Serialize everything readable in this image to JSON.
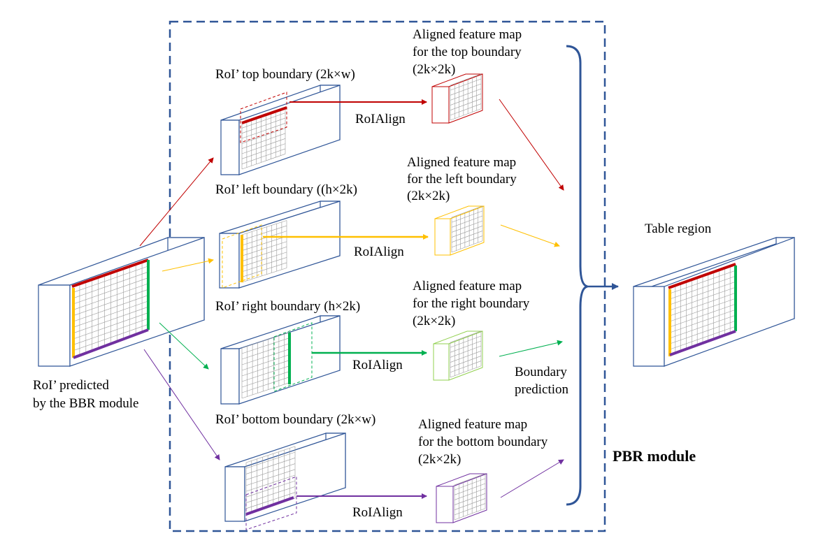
{
  "input": {
    "label_line1": "RoI’ predicted",
    "label_line2": "by the BBR module"
  },
  "branches": [
    {
      "id": "top",
      "roi_label": "RoI’ top boundary (2k×w)",
      "op_label": "RoIAlign",
      "aligned_line1": "Aligned feature map",
      "aligned_line2": "for the top boundary",
      "aligned_line3": "(2k×2k)",
      "color": "#c00000"
    },
    {
      "id": "left",
      "roi_label": "RoI’ left boundary ((h×2k)",
      "op_label": "RoIAlign",
      "aligned_line1": "Aligned feature map",
      "aligned_line2": "for the left boundary",
      "aligned_line3": "(2k×2k)",
      "color": "#ffc000"
    },
    {
      "id": "right",
      "roi_label": "RoI’ right boundary (h×2k)",
      "op_label": "RoIAlign",
      "aligned_line1": "Aligned feature map",
      "aligned_line2": "for the right boundary",
      "aligned_line3": "(2k×2k)",
      "color": "#00b050"
    },
    {
      "id": "bottom",
      "roi_label": "RoI’ bottom boundary (2k×w)",
      "op_label": "RoIAlign",
      "aligned_line1": "Aligned feature map",
      "aligned_line2": "for the bottom boundary",
      "aligned_line3": "(2k×2k)",
      "color": "#7030a0"
    }
  ],
  "boundary_prediction": {
    "line1": "Boundary",
    "line2": "prediction"
  },
  "module_label": "PBR module",
  "output": {
    "label": "Table region"
  },
  "colors": {
    "frame": "#2f5597",
    "grid": "#9a9a9a",
    "green_light": "#92d050"
  }
}
